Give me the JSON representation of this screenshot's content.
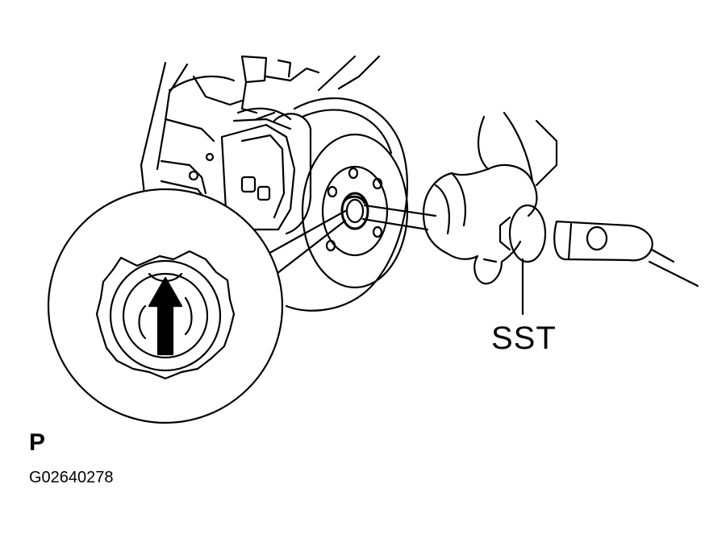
{
  "labels": {
    "sst": "SST",
    "view_marker": "P",
    "figure_code": "G02640278"
  },
  "colors": {
    "ink": "#000000",
    "paper": "#ffffff"
  },
  "icons": {
    "arrow": "up-arrow-icon"
  }
}
